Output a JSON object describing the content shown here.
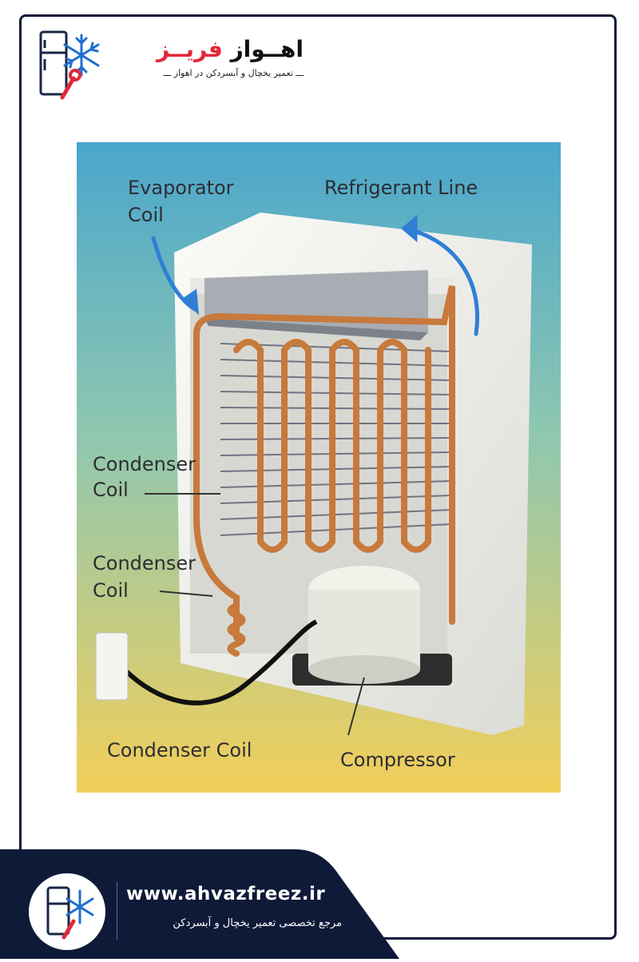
{
  "brand": {
    "name_part1": "اهــواز",
    "name_part2": "فریــز",
    "tagline": "ـــ تعمیر یخچال و آبسردکن در اهواز ـــ"
  },
  "diagram": {
    "labels": {
      "evaporator_1": "Evaporator",
      "evaporator_2": "Coil",
      "refrigerant_line": "Refrigerant Line",
      "condenser_a1": "Condenser",
      "condenser_a2": "Coil",
      "condenser_b1": "Condenser",
      "condenser_b2": "Coil",
      "condenser_c": "Condenser Coil",
      "compressor": "Compressor"
    }
  },
  "footer": {
    "url": "www.ahvazfreez.ir",
    "tagline": "مرجع تخصصی تعمیر یخچال و آبسردکن"
  },
  "colors": {
    "navy": "#0e1a38",
    "accent_red": "#e0283a",
    "copper": "#c8793c",
    "arrow_blue": "#2f7fd6"
  },
  "icons": [
    "fridge-icon",
    "snowflake-icon",
    "wrench-icon"
  ]
}
